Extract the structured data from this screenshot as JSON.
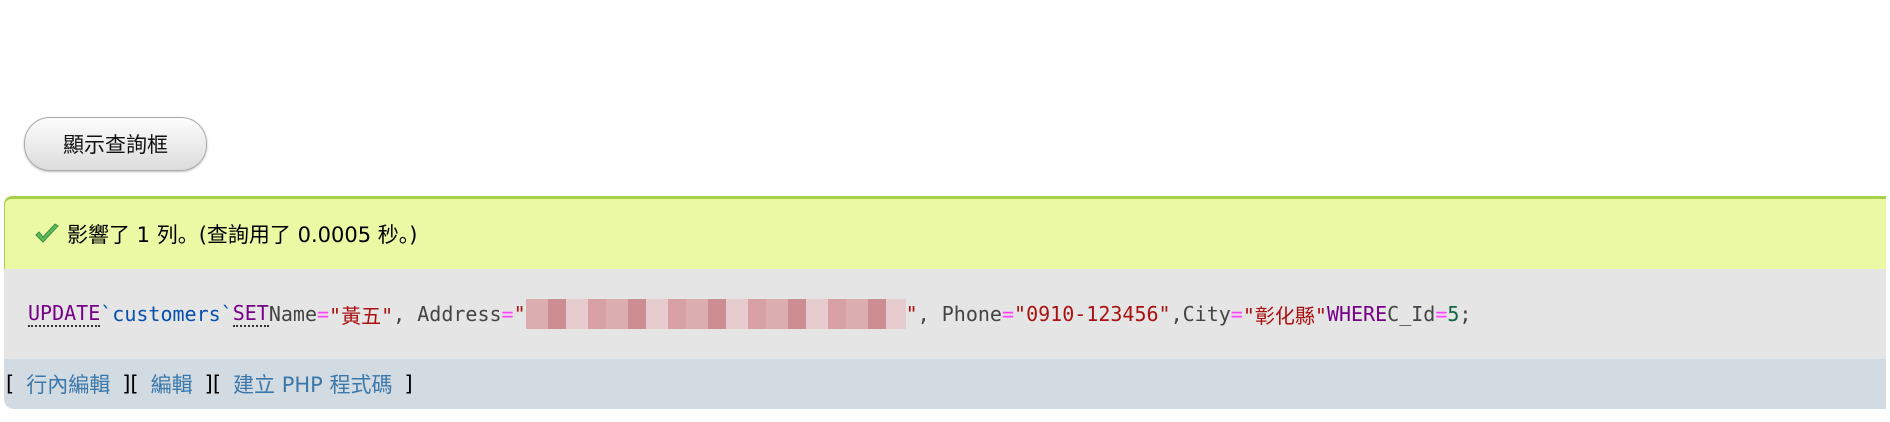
{
  "toolbar": {
    "show_query_box": "顯示查詢框"
  },
  "message": {
    "icon": "check-icon",
    "text": "影響了 1 列。(查詢用了 0.0005 秒。)",
    "bg": "#ebf8a4",
    "border": "#a6d24b"
  },
  "sql": {
    "update": "UPDATE",
    "table": "`customers`",
    "set": "SET",
    "name_col": "Name",
    "eq": "=",
    "name_val": "\"黃五\"",
    "sep1": ", ",
    "address_col": "Address",
    "address_open": "\"",
    "address_close": "\"",
    "sep2": ", ",
    "phone_col": "Phone",
    "phone_val": "\"0910-123456\"",
    "sep3": ",",
    "city_col": "City",
    "city_val": "\"彰化縣\"",
    "where": "WHERE",
    "id_col": "C_Id",
    "id_val": "5",
    "end": ";"
  },
  "links": {
    "open": "[",
    "close": "]",
    "inline_edit": "行內編輯",
    "edit": "編輯",
    "create_php": "建立 PHP 程式碼"
  }
}
